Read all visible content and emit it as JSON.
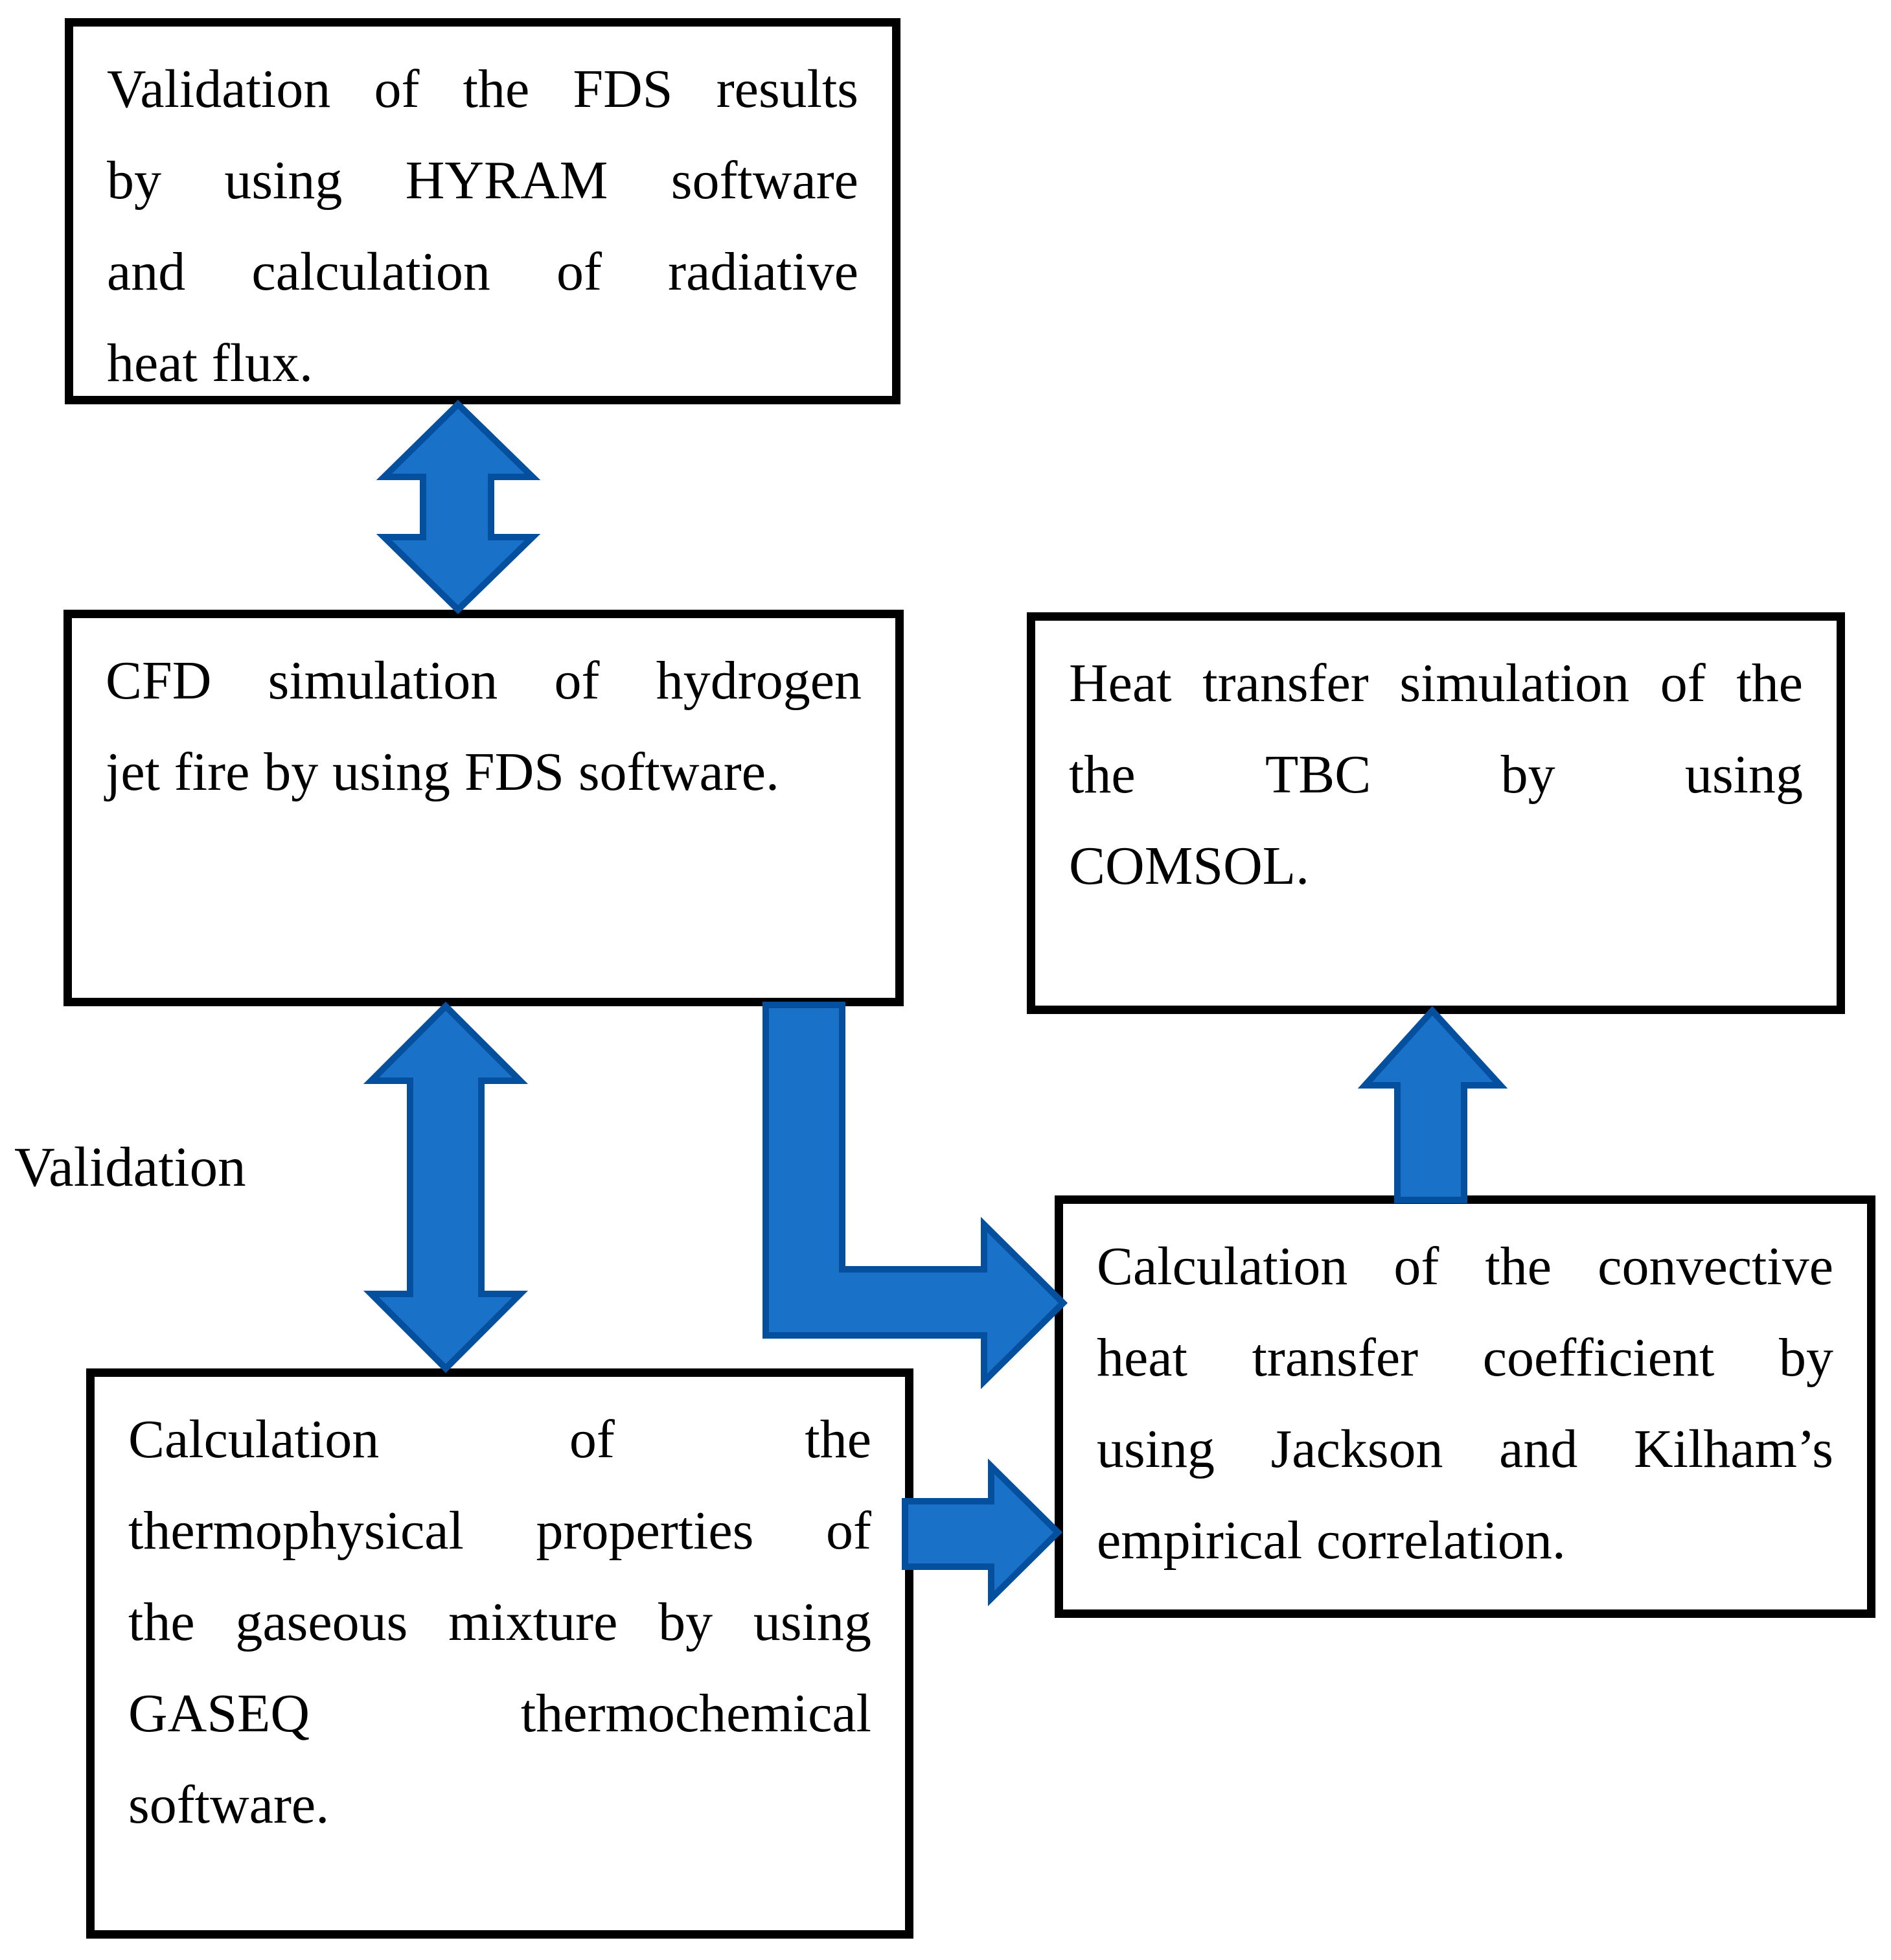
{
  "diagram": {
    "title": "",
    "labels": {
      "validation": "Validation"
    },
    "boxes": [
      {
        "id": "validation-fds",
        "lines": [
          "Validation of the FDS results",
          "by using HYRAM software",
          "and calculation of radiative",
          "heat flux."
        ]
      },
      {
        "id": "cfd-simulation",
        "lines": [
          "CFD simulation of hydrogen",
          "jet fire by using FDS software."
        ]
      },
      {
        "id": "heat-transfer-simulation",
        "lines": [
          "Heat transfer simulation of the",
          "the TBC by using",
          "COMSOL."
        ]
      },
      {
        "id": "thermophysical-properties",
        "lines": [
          "Calculation of the",
          "thermophysical properties of",
          "the gaseous mixture by using",
          "GASEQ thermochemical",
          "software."
        ]
      },
      {
        "id": "convective-coefficient",
        "lines": [
          "Calculation of the convective",
          "heat transfer coefficient by",
          "using Jackson and Kilham’s",
          "empirical correlation."
        ]
      }
    ],
    "colors": {
      "arrow_fill": "#1a72c8",
      "arrow_stroke": "#05509e",
      "box_border": "#000000",
      "background": "#ffffff",
      "text": "#000000"
    }
  }
}
